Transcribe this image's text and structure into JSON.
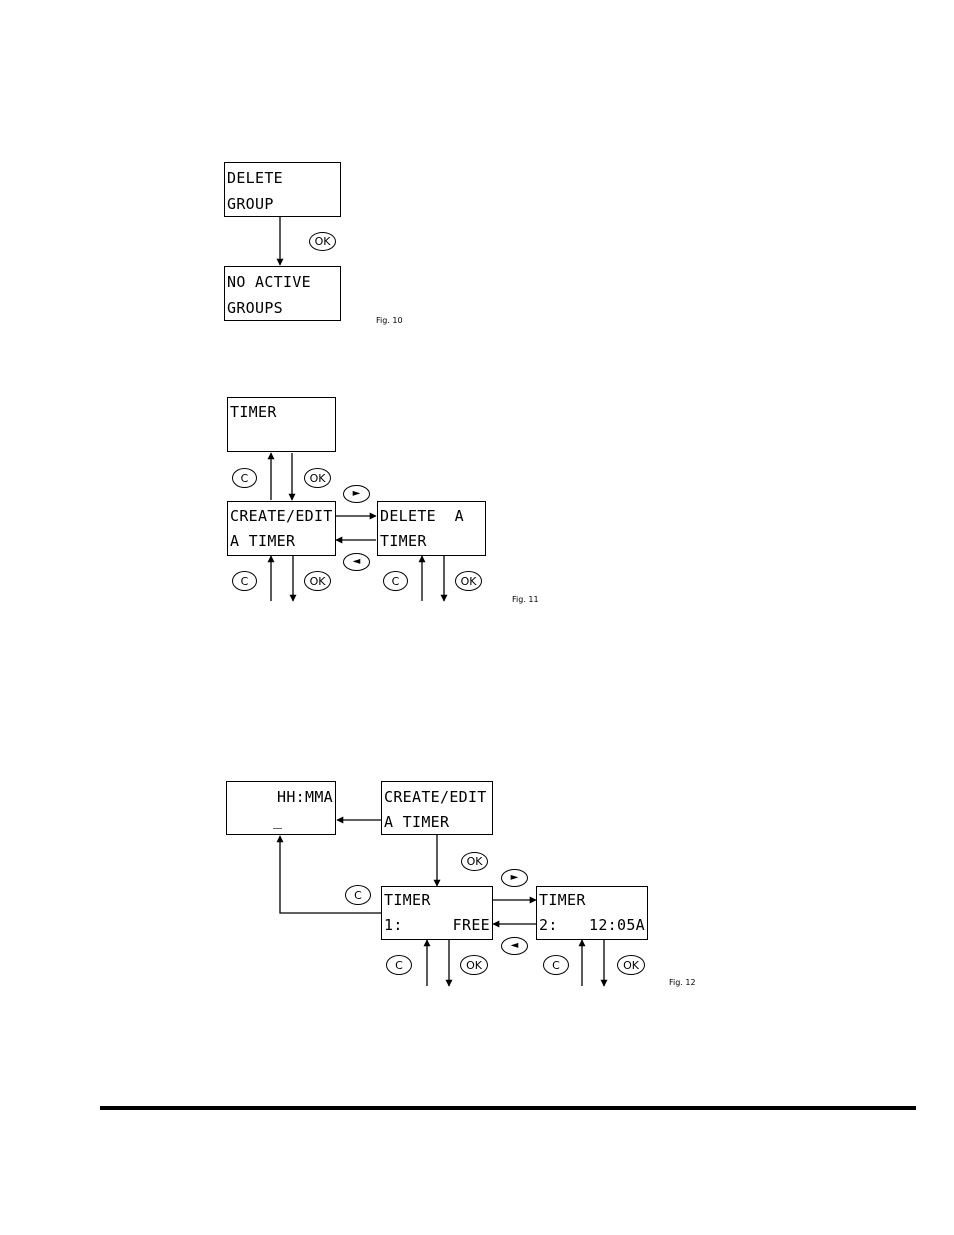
{
  "fig10": {
    "label": "Fig. 10",
    "box_delete_group": {
      "line1": "DELETE",
      "line2": "GROUP"
    },
    "box_no_active": {
      "line1": "NO ACTIVE",
      "line2": "GROUPS"
    },
    "ok": "OK"
  },
  "fig11": {
    "label": "Fig. 11",
    "box_timer": {
      "line1": "TIMER",
      "line2": ""
    },
    "box_create_edit": {
      "line1": "CREATE/EDIT",
      "line2": "A TIMER"
    },
    "box_delete_timer": {
      "line1": "DELETE  A",
      "line2": "TIMER"
    },
    "c": "C",
    "ok": "OK"
  },
  "fig12": {
    "label": "Fig. 12",
    "box_time_entry": {
      "line1": "HH:MMA",
      "line2": "_"
    },
    "box_create_edit": {
      "line1": "CREATE/EDIT",
      "line2": "A TIMER"
    },
    "box_timer1": {
      "line1": "TIMER",
      "line2_left": "1:",
      "line2_right": "FREE"
    },
    "box_timer2": {
      "line1": "TIMER",
      "line2_left": "2:",
      "line2_right": "12:05A"
    },
    "c": "C",
    "ok": "OK"
  },
  "icons": {
    "right": "right-arrow-icon",
    "left": "left-arrow-icon"
  }
}
